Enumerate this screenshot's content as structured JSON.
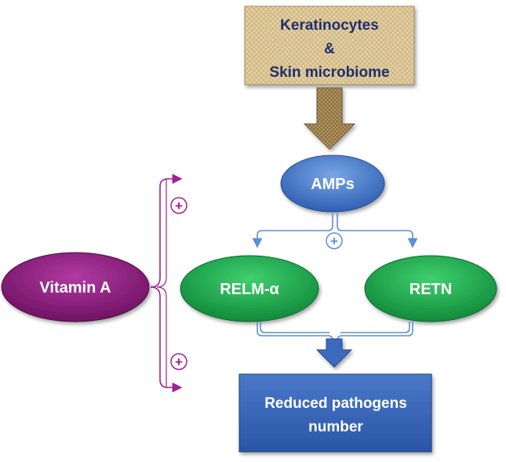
{
  "nodes": {
    "source": {
      "line1": "Keratinocytes",
      "line2": "&",
      "line3": "Skin microbiome"
    },
    "amps": "AMPs",
    "vitamin_a": "Vitamin A",
    "relm": "RELM-α",
    "retn": "RETN",
    "outcome": {
      "line1": "Reduced pathogens",
      "line2": "number"
    }
  },
  "signs": {
    "plus": "+"
  },
  "colors": {
    "source_text": "#1f2f6e",
    "blue_node": "#3f72c9",
    "green_node": "#1aa24a",
    "purple_node": "#8a1a7c",
    "outcome_box": "#3560b3",
    "connector_blue": "#5b8fd6",
    "connector_purple": "#a0208f"
  }
}
